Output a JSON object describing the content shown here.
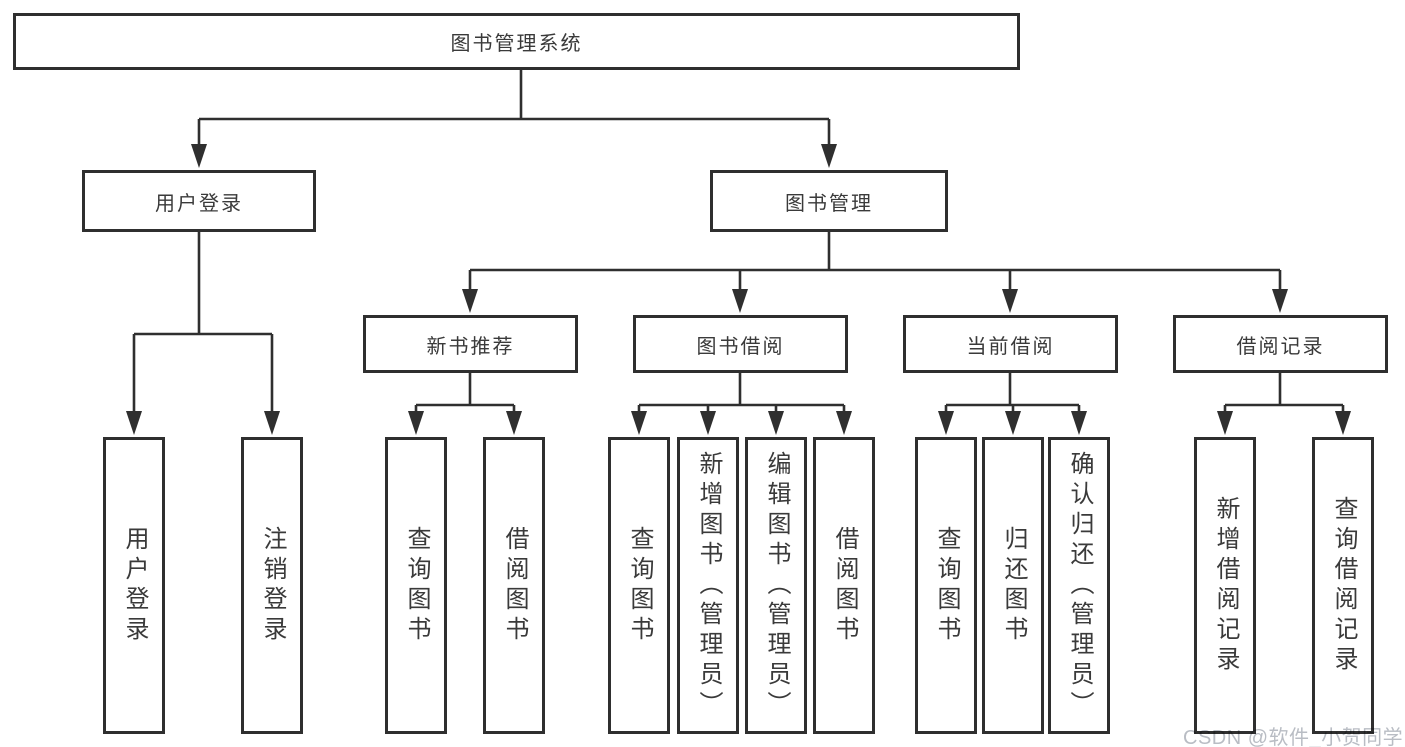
{
  "diagram": {
    "type": "org-chart",
    "colors": {
      "line": "#2f2f2f",
      "node_border": "#2f2f2f",
      "text": "#3a3a3a",
      "background": "#ffffff",
      "watermark": "#b9bdc4"
    },
    "tree": {
      "label": "图书管理系统",
      "children": [
        {
          "label": "用户登录",
          "children": [
            {
              "label": "用户登录"
            },
            {
              "label": "注销登录"
            }
          ]
        },
        {
          "label": "图书管理",
          "children": [
            {
              "label": "新书推荐",
              "children": [
                {
                  "label": "查询图书"
                },
                {
                  "label": "借阅图书"
                }
              ]
            },
            {
              "label": "图书借阅",
              "children": [
                {
                  "label": "查询图书"
                },
                {
                  "label": "新增图书（管理员）"
                },
                {
                  "label": "编辑图书（管理员）"
                },
                {
                  "label": "借阅图书"
                }
              ]
            },
            {
              "label": "当前借阅",
              "children": [
                {
                  "label": "查询图书"
                },
                {
                  "label": "归还图书"
                },
                {
                  "label": "确认归还（管理员）"
                }
              ]
            },
            {
              "label": "借阅记录",
              "children": [
                {
                  "label": "新增借阅记录"
                },
                {
                  "label": "查询借阅记录"
                }
              ]
            }
          ]
        }
      ]
    }
  },
  "watermark": {
    "text": "CSDN @软件_小贺同学"
  }
}
